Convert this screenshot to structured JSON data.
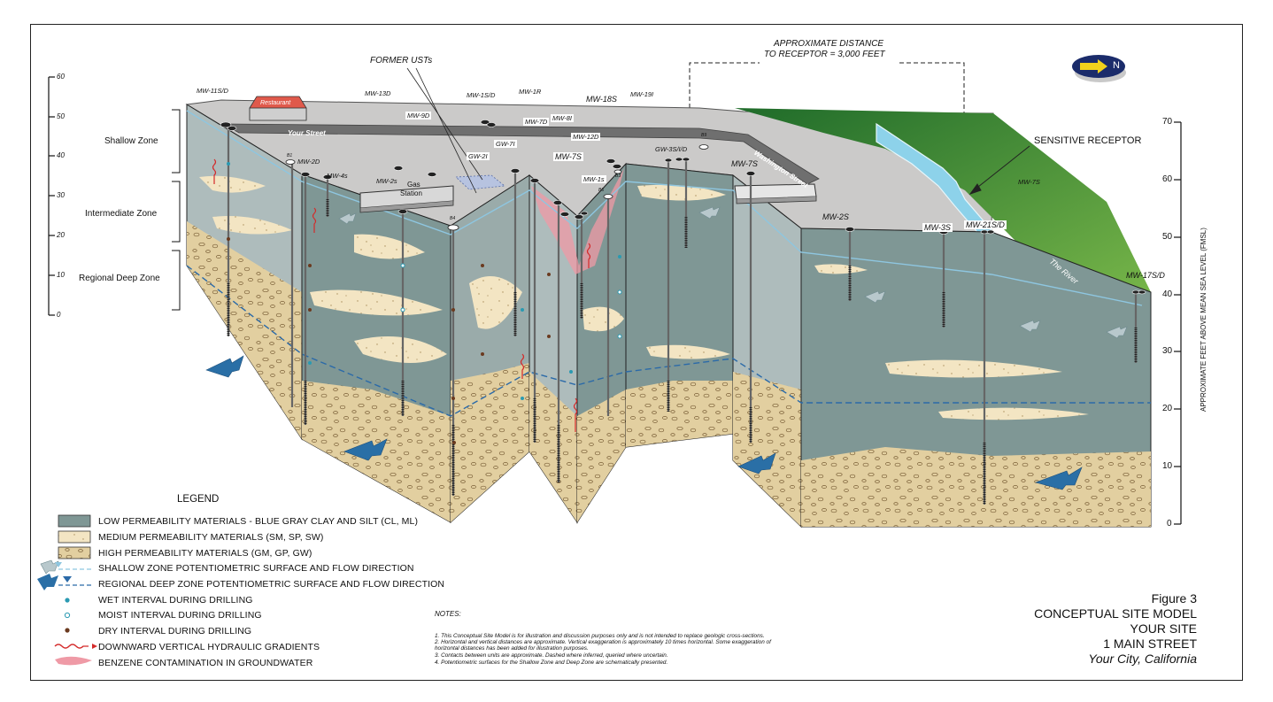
{
  "labels": {
    "former_usts": "FORMER USTs",
    "approx_distance_line1": "APPROXIMATE DISTANCE",
    "approx_distance_line2": "TO RECEPTOR = 3,000 FEET",
    "sensitive_receptor": "SENSITIVE RECEPTOR",
    "north": "N",
    "restaurant": "Restaurant",
    "your_street": "Your Street",
    "washington_street": "Washington Street",
    "gas_station_line1": "Gas",
    "gas_station_line2": "Station",
    "the_river": "The River"
  },
  "zones": {
    "shallow": "Shallow Zone",
    "intermediate": "Intermediate Zone",
    "deep": "Regional Deep Zone"
  },
  "left_scale": [
    "60",
    "50",
    "40",
    "30",
    "20",
    "10",
    "0"
  ],
  "right_scale": [
    "70",
    "60",
    "50",
    "40",
    "30",
    "20",
    "10",
    "0"
  ],
  "right_axis_title": "APPROXIMATE FEET ABOVE MEAN SEA LEVEL (FMSL)",
  "wells": {
    "mw11sd": "MW-11S/D",
    "mw13d": "MW-13D",
    "mw1sd": "MW-1S/D",
    "mw1r": "MW-1R",
    "mw18s": "MW-18S",
    "mw19i": "MW-19I",
    "mw9d": "MW-9D",
    "mw7d": "MW-7D",
    "mw8i": "MW-8I",
    "mw12d": "MW-12D",
    "gw7i": "GW-7I",
    "gw2i": "GW-2I",
    "mw7s_a": "MW-7S",
    "mw1s": "MW-1s",
    "mw2d": "MW-2D",
    "mw4s": "MW-4s",
    "mw2s_gas": "MW-2s",
    "b1": "B1",
    "b4": "B4",
    "b6": "B6",
    "b3": "B3",
    "b9": "B9",
    "gw3sid": "GW-3S/I/D",
    "mw7s_b": "MW-7S",
    "mw7s_c": "MW-7S",
    "mw2s": "MW-2S",
    "mw3s": "MW-3S",
    "mw21sd": "MW-21S/D",
    "mw17sd": "MW-17S/D"
  },
  "legend": {
    "title": "LEGEND",
    "items": [
      "LOW PERMEABILITY MATERIALS - BLUE GRAY CLAY AND SILT (CL, ML)",
      "MEDIUM PERMEABILITY MATERIALS (SM, SP, SW)",
      "HIGH PERMEABILITY MATERIALS (GM, GP, GW)",
      "SHALLOW ZONE POTENTIOMETRIC SURFACE AND FLOW DIRECTION",
      "REGIONAL DEEP ZONE POTENTIOMETRIC SURFACE AND FLOW DIRECTION",
      "WET INTERVAL DURING DRILLING",
      "MOIST INTERVAL DURING DRILLING",
      "DRY INTERVAL DURING DRILLING",
      "DOWNWARD VERTICAL HYDRAULIC GRADIENTS",
      "BENZENE CONTAMINATION IN GROUNDWATER"
    ],
    "colors": {
      "low_perm": "#7f9795",
      "medium_perm": "#f3e5c3",
      "high_perm": "#e2cfa0",
      "shallow_surface": "#8ec6e0",
      "deep_surface": "#2b6aa8",
      "wet": "#2a9ab2",
      "dry": "#6b3a1f",
      "gradient": "#d42a2a",
      "benzene": "#ef9aa6"
    }
  },
  "notes": {
    "title": "NOTES:",
    "lines": [
      "1. This Conceptual Site Model is for illustration and discussion purposes only and is not intended to replace geologic cross-sections.",
      "2. Horizontal and vertical distances are approximate. Vertical exaggeration is approximately 10 times horizontal.  Some exaggeration of",
      "horizontal distances  has been added for illustration purposes.",
      "3. Contacts between units are approximate.  Dashed where inferred, queried where uncertain.",
      "4. Potentiometric surfaces for the Shallow Zone and Deep Zone are schematically presented."
    ]
  },
  "title_block": {
    "figure": "Figure 3",
    "title": "CONCEPTUAL SITE MODEL",
    "site": "YOUR SITE",
    "address": "1 MAIN STREET",
    "city": "Your City, California"
  }
}
